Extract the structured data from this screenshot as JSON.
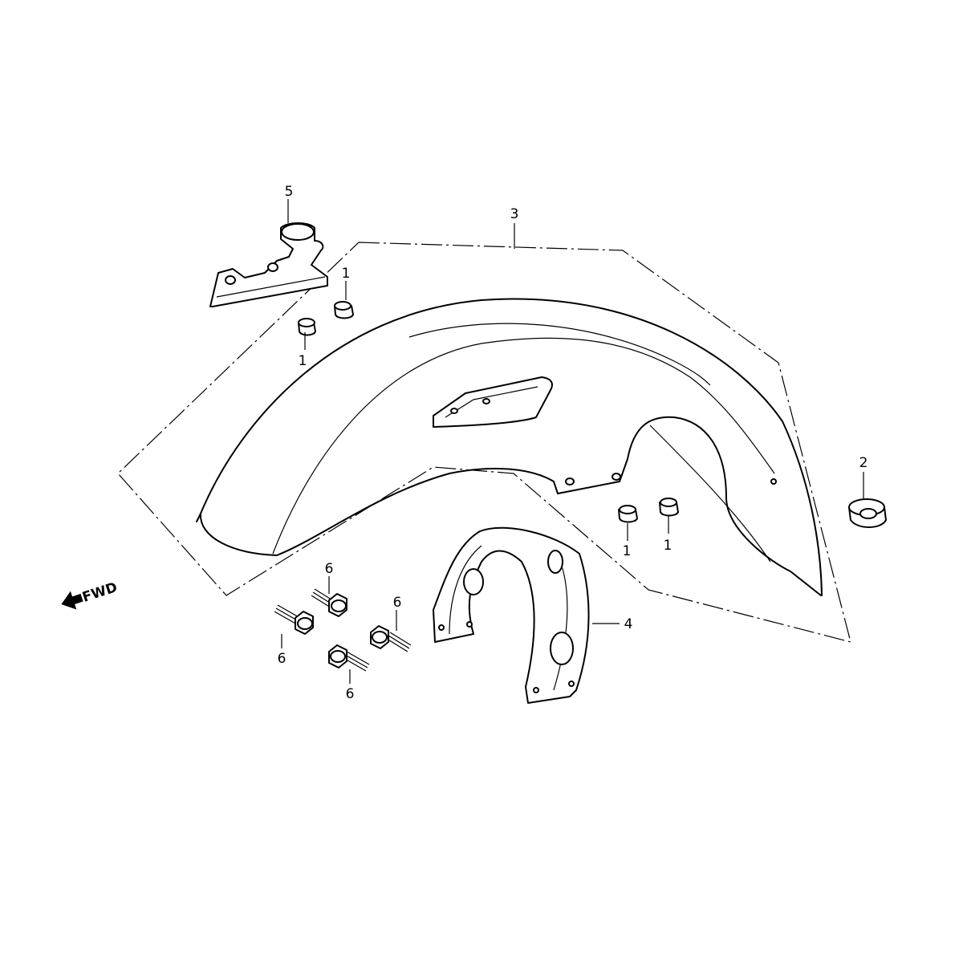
{
  "forward_indicator": {
    "text": "FWD",
    "icon": "arrow-left-icon"
  },
  "callouts": {
    "c1a": "1",
    "c1b": "1",
    "c1c": "1",
    "c1d": "1",
    "c2": "2",
    "c3": "3",
    "c4": "4",
    "c5": "5",
    "c6a": "6",
    "c6b": "6",
    "c6c": "6",
    "c6d": "6"
  }
}
